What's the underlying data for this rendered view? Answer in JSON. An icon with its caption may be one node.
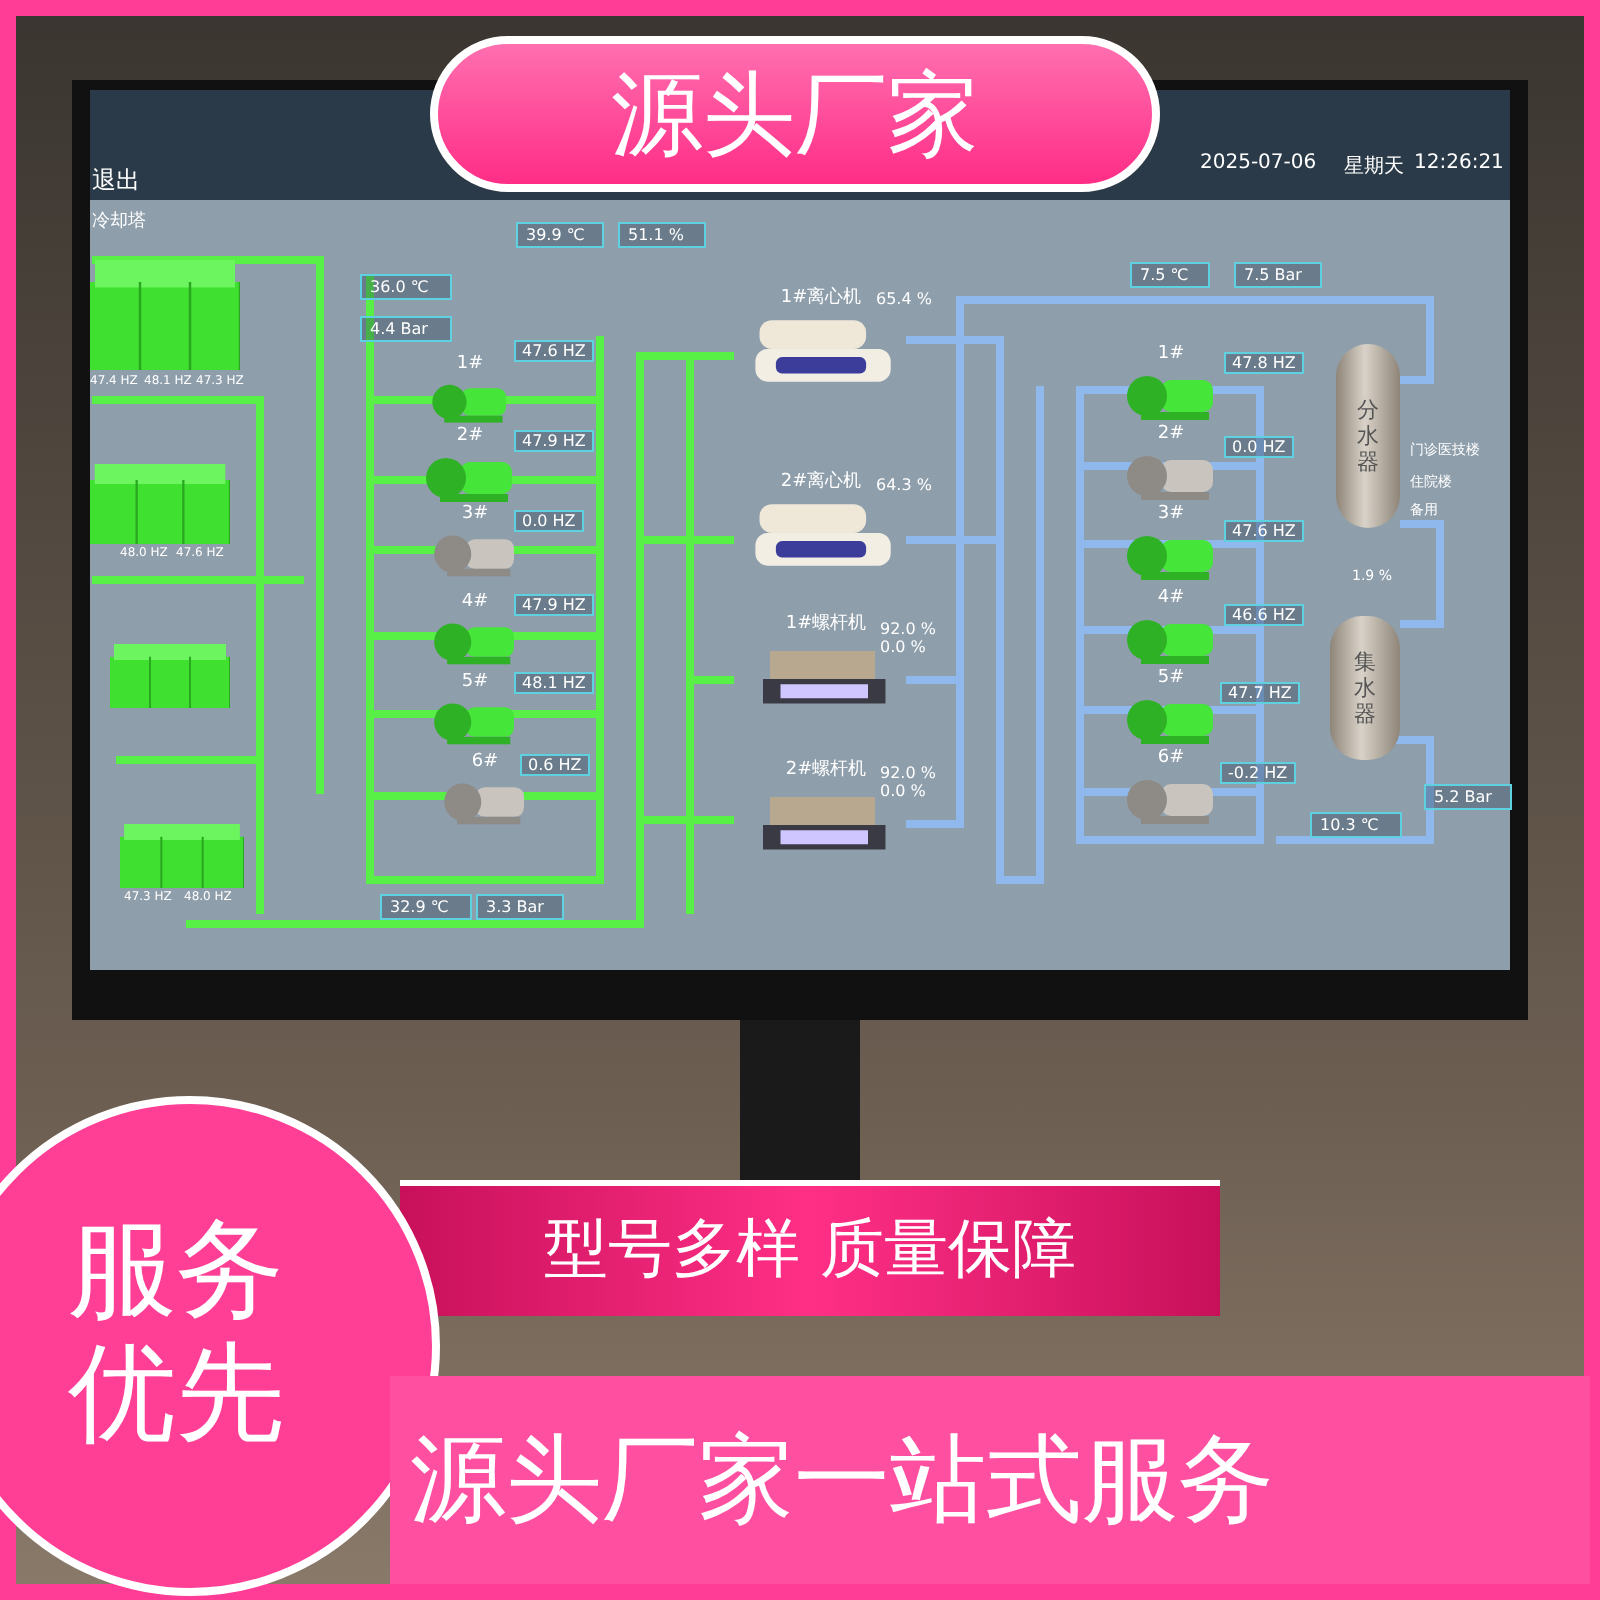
{
  "diagram": {
    "nodes": [
      {
        "text": [
          "源头厂家"
        ]
      },
      {
        "text": [],
        "shape": "picture",
        "beside": [
          "47.4 HZ",
          "48.1 HZ",
          "47.3 HZ"
        ]
      },
      {
        "text": [],
        "shape": "picture",
        "beside": [
          "48.0 HZ",
          "47.6 HZ"
        ]
      },
      {
        "text": [],
        "shape": "picture"
      },
      {
        "text": [],
        "shape": "picture",
        "beside": [
          "47.3 HZ",
          "48.0 HZ"
        ]
      },
      {
        "text": [
          "1#"
        ],
        "beside": [
          "47.6 HZ"
        ]
      },
      {
        "text": [
          "2#"
        ],
        "beside": [
          "47.9 HZ"
        ]
      },
      {
        "text": [
          "3#"
        ],
        "beside": [
          "0.0 HZ"
        ]
      },
      {
        "text": [
          "4#"
        ],
        "beside": [
          "47.9 HZ"
        ]
      },
      {
        "text": [
          "5#"
        ],
        "beside": [
          "48.1 HZ"
        ]
      },
      {
        "text": [
          "6#"
        ],
        "beside": [
          "0.6 HZ"
        ]
      },
      {
        "text": [
          "1#离心机"
        ],
        "beside": [
          "65.4 %"
        ]
      },
      {
        "text": [
          "2#离心机"
        ],
        "beside": [
          "64.3 %"
        ]
      },
      {
        "text": [
          "1#螺杆机"
        ],
        "beside": [
          "92.0 %",
          "0.0 %"
        ]
      },
      {
        "text": [
          "2#螺杆机"
        ],
        "beside": [
          "92.0 %",
          "0.0 %"
        ]
      },
      {
        "text": [
          "1#"
        ],
        "beside": [
          "47.8 HZ"
        ]
      },
      {
        "text": [
          "2#"
        ],
        "beside": [
          "0.0 HZ"
        ]
      },
      {
        "text": [
          "3#"
        ],
        "beside": [
          "47.6 HZ"
        ]
      },
      {
        "text": [
          "4#"
        ],
        "beside": [
          "46.6 HZ"
        ]
      },
      {
        "text": [
          "5#"
        ],
        "beside": [
          "47.7 HZ"
        ]
      },
      {
        "text": [
          "6#"
        ],
        "beside": [
          "-0.2 HZ"
        ]
      },
      {
        "text": [
          "分水器"
        ],
        "beside": [
          "门诊医技楼",
          "住院楼",
          "备用"
        ]
      },
      {
        "text": [
          "集水器"
        ]
      },
      {
        "text": [
          "型号多样 质量保障"
        ]
      },
      {
        "text": [
          "服务优先"
        ]
      },
      {
        "text": [
          "源头厂家一站式服务"
        ]
      },
      {
        "text": [
          "39.9 ℃"
        ]
      },
      {
        "text": [
          "51.1 %"
        ]
      },
      {
        "text": [
          "36.0 ℃"
        ]
      },
      {
        "text": [
          "4.4 Bar"
        ]
      },
      {
        "text": [
          "32.9 ℃"
        ]
      },
      {
        "text": [
          "3.3 Bar"
        ]
      },
      {
        "text": [
          "7.5 ℃"
        ]
      },
      {
        "text": [
          "7.5 Bar"
        ]
      },
      {
        "text": [
          "10.3 ℃"
        ]
      },
      {
        "text": [
          "5.2 Bar"
        ]
      }
    ],
    "edges": [
      {
        "from": 21,
        "to": 22,
        "arrow": "none"
      }
    ],
    "labels": [
      "退出",
      "冷却塔",
      "2025-07-06",
      "星期天",
      "12:26:21",
      "1.9 %"
    ]
  }
}
